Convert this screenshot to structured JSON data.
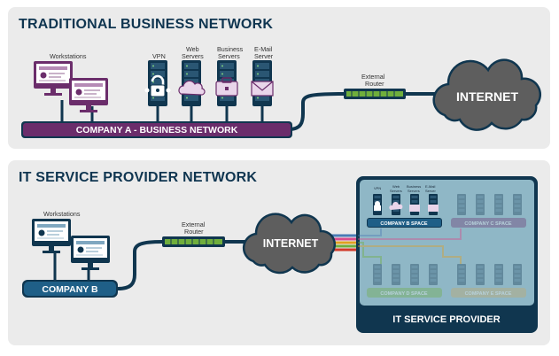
{
  "top": {
    "heading": "TRADITIONAL BUSINESS NETWORK",
    "workstations_label": "Workstations",
    "servers": [
      {
        "line1": "VPN",
        "line2": "",
        "line3": ""
      },
      {
        "line1": "Web",
        "line2": "Servers",
        "line3": ""
      },
      {
        "line1": "Business",
        "line2": "Servers",
        "line3": ""
      },
      {
        "line1": "E-Mail",
        "line2": "Server",
        "line3": ""
      }
    ],
    "router_label_1": "External",
    "router_label_2": "Router",
    "network_bar_label": "COMPANY A - BUSINESS NETWORK",
    "internet_label": "INTERNET"
  },
  "bottom": {
    "heading": "IT SERVICE PROVIDER NETWORK",
    "workstations_label": "Workstations",
    "company_label": "COMPANY B",
    "router_label_1": "External",
    "router_label_2": "Router",
    "internet_label": "INTERNET",
    "provider_label": "IT SERVICE PROVIDER",
    "spaces": [
      {
        "label": "COMPANY B SPACE"
      },
      {
        "label": "COMPANY C SPACE"
      },
      {
        "label": "COMPANY D SPACE"
      },
      {
        "label": "COMPANY E SPACE"
      }
    ],
    "mini_servers": [
      {
        "line1": "VPN",
        "line2": ""
      },
      {
        "line1": "Web",
        "line2": "Servers"
      },
      {
        "line1": "Business",
        "line2": "Servers"
      },
      {
        "line1": "E-Mail",
        "line2": "Server"
      }
    ]
  },
  "colors": {
    "purple": "#6b2d6b",
    "navy": "#10364f",
    "blue": "#1f5f87",
    "green": "#2e7d32",
    "cloud": "#5e5e5e",
    "provider_bg": "#8fb7c6"
  }
}
